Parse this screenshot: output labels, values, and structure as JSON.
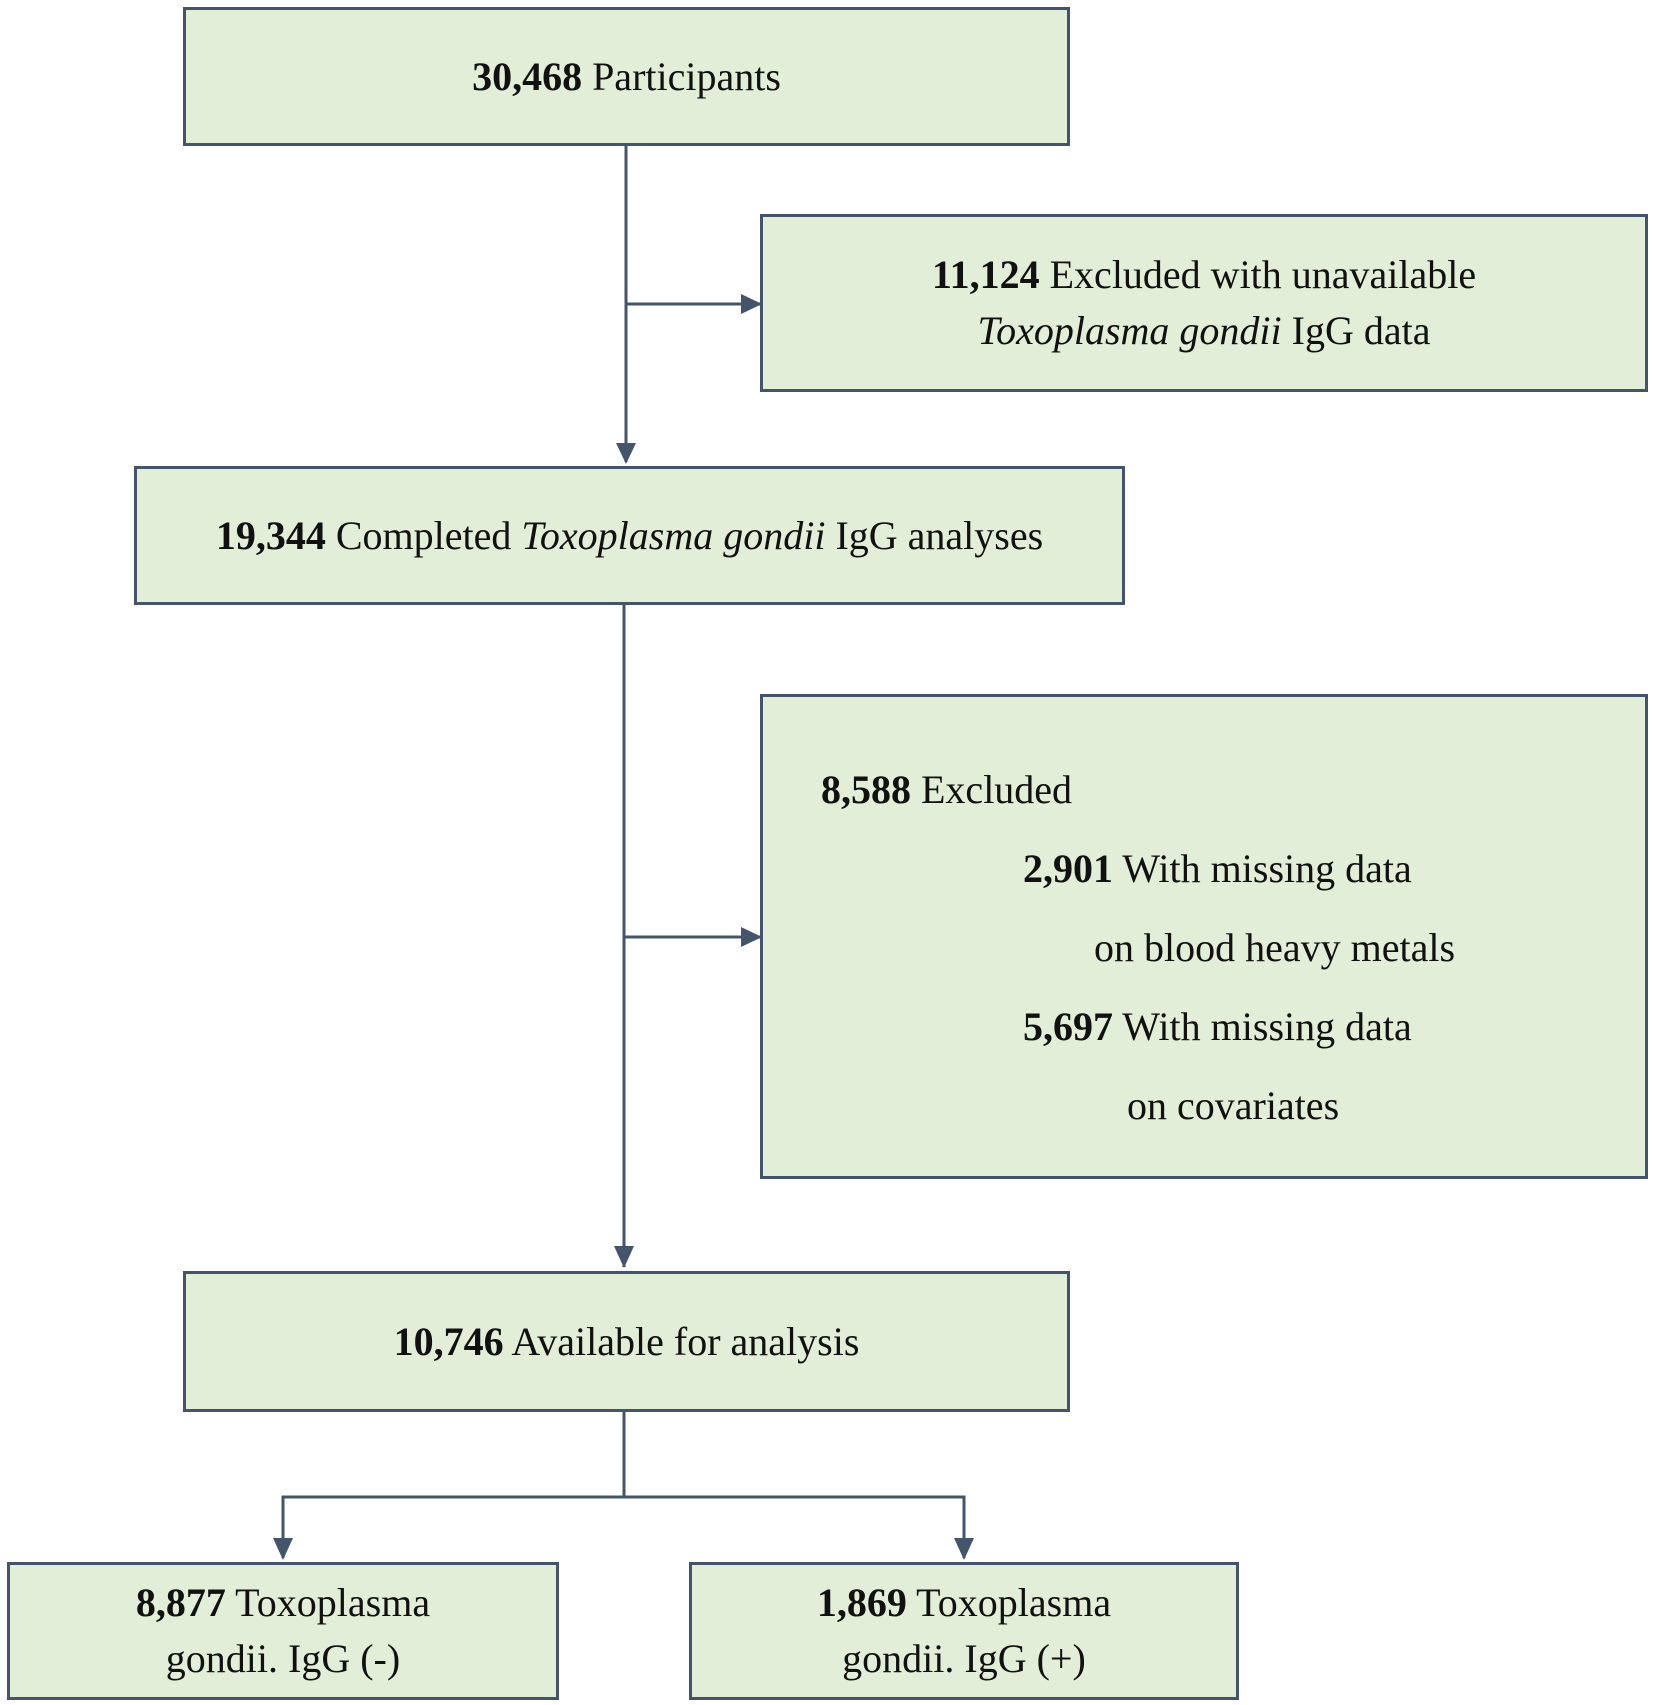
{
  "boxes": {
    "participants": {
      "count": "30,468",
      "label": "Participants"
    },
    "excluded_igg": {
      "count": "11,124",
      "line1": "Excluded with unavailable",
      "italic": "Toxoplasma gondii",
      "line2_rest": "IgG data"
    },
    "completed": {
      "count": "19,344",
      "pre": "Completed",
      "italic": "Toxoplasma gondii",
      "post": "IgG analyses"
    },
    "excluded_missing": {
      "count": "8,588",
      "label": "Excluded",
      "sub1_count": "2,901",
      "sub1_label": "With missing data",
      "sub1_cont": "on blood heavy metals",
      "sub2_count": "5,697",
      "sub2_label": "With missing data",
      "sub2_cont": "on covariates"
    },
    "available": {
      "count": "10,746",
      "label": "Available for analysis"
    },
    "negative": {
      "count": "8,877",
      "line1": "Toxoplasma",
      "line2": "gondii. IgG (-)"
    },
    "positive": {
      "count": "1,869",
      "line1": "Toxoplasma",
      "line2": "gondii. IgG (+)"
    }
  },
  "colors": {
    "box_fill": "#e2eed8",
    "box_border": "#44546a",
    "arrow": "#44546a"
  }
}
